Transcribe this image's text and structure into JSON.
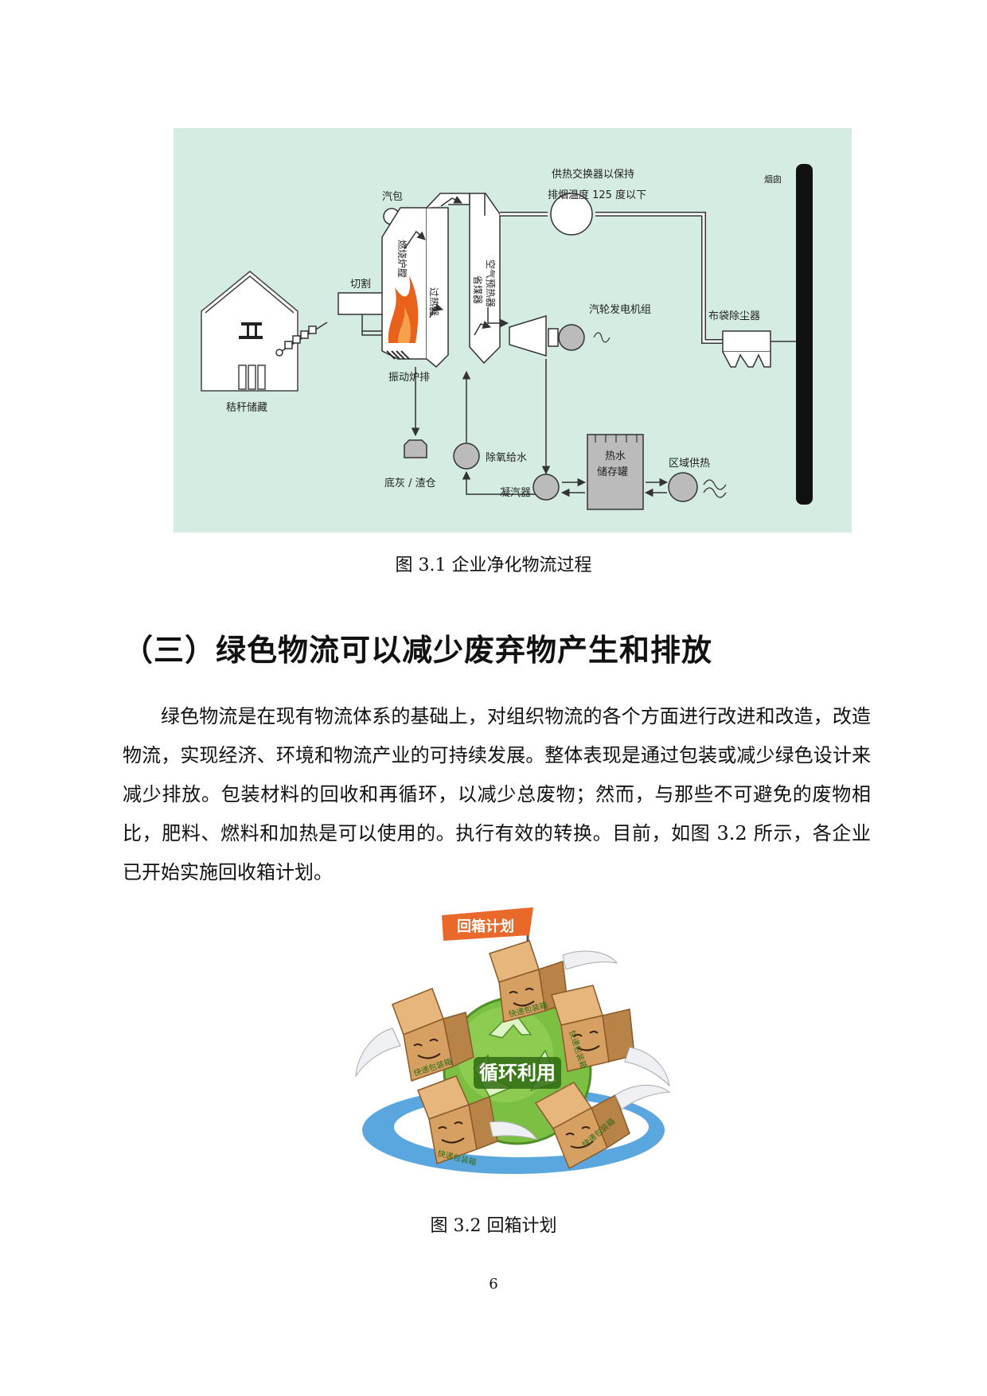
{
  "figure1": {
    "caption": "图 3.1 企业净化物流过程",
    "labels": {
      "straw_storage": "秸秆储藏",
      "cutting": "切割",
      "steam_drum": "汽包",
      "furnace": "燃烧炉膛",
      "superheater": "过热器",
      "economizer": "省煤器",
      "air_preheater": "空气预热器",
      "vibrating_grate": "振动炉排",
      "heat_exchanger_line1": "供热交换器以保持",
      "heat_exchanger_line2": "排烟温度 125 度以下",
      "chimney": "烟囱",
      "turbine": "汽轮发电机组",
      "bag_filter": "布袋除尘器",
      "bottom_ash": "底灰 / 渣仓",
      "deaerator": "除氧给水",
      "condenser": "凝汽器",
      "hot_water_line1": "热水",
      "hot_water_line2": "储存罐",
      "district_heating": "区域供热"
    },
    "colors": {
      "background": "#d4ece1",
      "flame": "#e8621c",
      "stroke": "#3a3a3a"
    }
  },
  "section": {
    "heading": "（三）绿色物流可以减少废弃物产生和排放",
    "paragraph": "绿色物流是在现有物流体系的基础上，对组织物流的各个方面进行改进和改造，改造物流，实现经济、环境和物流产业的可持续发展。整体表现是通过包装或减少绿色设计来减少排放。包装材料的回收和再循环，以减少总废物；然而，与那些不可避免的废物相比，肥料、燃料和加热是可以使用的。执行有效的转换。目前，如图 3.2 所示，各企业已开始实施回收箱计划。"
  },
  "figure2": {
    "caption": "图 3.2 回箱计划",
    "flag_text": "回箱计划",
    "center_text": "循环利用",
    "box_label": "快递包装箱",
    "colors": {
      "flag": "#e8692a",
      "globe": "#7cc043",
      "box": "#d7a063",
      "ring": "#5aa7e0"
    }
  },
  "page_number": "6"
}
